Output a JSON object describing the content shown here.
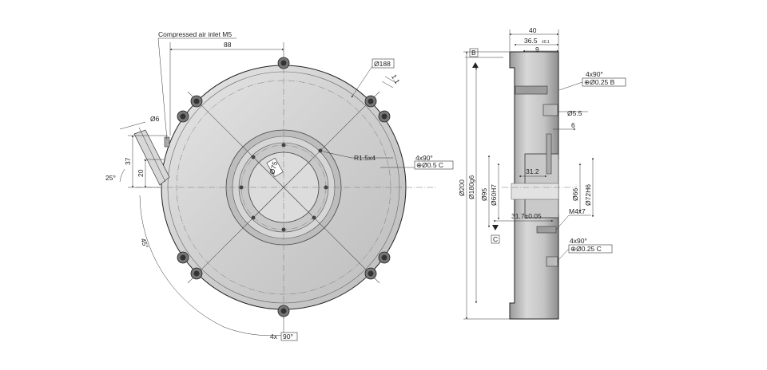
{
  "front_view": {
    "air_inlet": "Compressed air inlet M5",
    "width_88": "88",
    "dia_188": "Ø188",
    "dim_1_1": "1.1",
    "dia_6": "Ø6",
    "dim_37": "37",
    "dim_20": "20",
    "angle_25": "25°",
    "dia_75": "Ø75",
    "radius": "R1.5x4",
    "pattern_top": "4x90°",
    "tol_top": "⊕Ø0.5 C",
    "angle_45": "45°",
    "pattern_bottom_prefix": "4x",
    "pattern_bottom_box": "90°"
  },
  "side_view": {
    "datum_b": "B",
    "datum_c": "C",
    "width_40": "40",
    "width_36_5": "36.5",
    "width_36_5_tol": "±0.1",
    "width_9": "9",
    "pattern_a": "4x90°",
    "tol_a": "⊕Ø0.25 B",
    "dia_5_5": "Ø5.5",
    "dim_6": "6",
    "dia_200": "Ø200",
    "dia_180": "Ø180g6",
    "dia_95": "Ø95",
    "dia_60": "Ø60H7",
    "dim_31_2": "31.2",
    "dim_31_7": "31.7±0.05",
    "dia_66": "Ø66",
    "dia_72": "Ø72H6",
    "thread": "M4x7",
    "pattern_b": "4x90°",
    "tol_b": "⊕Ø0.25 C"
  }
}
